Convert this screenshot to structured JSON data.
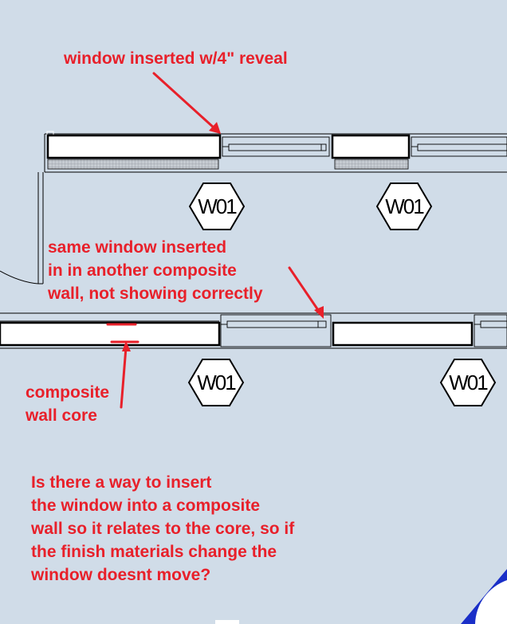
{
  "tags": {
    "window_tag": "W01"
  },
  "annotations": {
    "top_note": "window inserted w/4\" reveal",
    "middle_note": [
      "same window inserted",
      "in in another composite",
      "wall, not showing correctly"
    ],
    "core_note": [
      "composite",
      "wall core"
    ],
    "question": [
      "Is there a way to insert",
      "the window into a composite",
      "wall so it relates to the core, so if",
      "the finish materials change the",
      "window doesnt move?"
    ]
  },
  "colors": {
    "background": "#d0dce8",
    "annotation": "#e8202a",
    "linework": "#000000",
    "corner_marker": "#1a2fc8"
  }
}
